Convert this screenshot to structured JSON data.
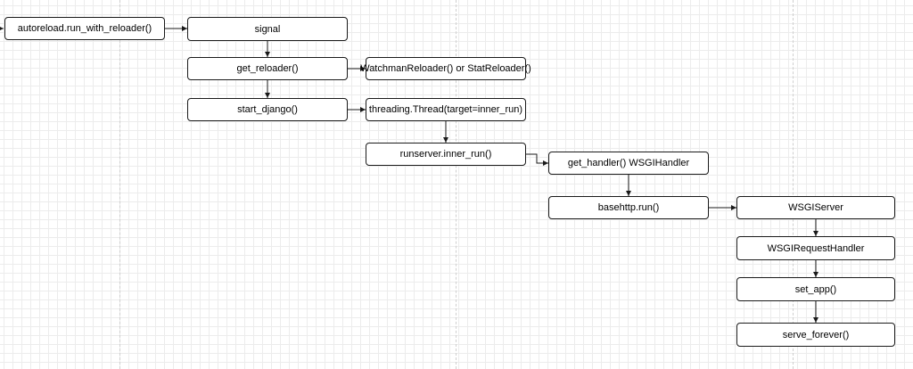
{
  "colors": {
    "grid": "#ececec",
    "guide": "#cfcfcf",
    "border": "#1a1a1a",
    "edge": "#1a1a1a",
    "text": "#000000"
  },
  "nodes": {
    "autoreload": "autoreload.run_with_reloader()",
    "signal": "signal",
    "get_reloader": "get_reloader()",
    "reloader_types": "WatchmanReloader() or StatReloader()",
    "start_django": "start_django()",
    "thread": "threading.Thread(target=inner_run)",
    "inner_run": "runserver.inner_run()",
    "get_handler": "get_handler() WSGIHandler",
    "basehttp_run": "basehttp.run()",
    "wsgiserver": "WSGIServer",
    "request_handler": "WSGIRequestHandler",
    "set_app": "set_app()",
    "serve_forever": "serve_forever()"
  }
}
